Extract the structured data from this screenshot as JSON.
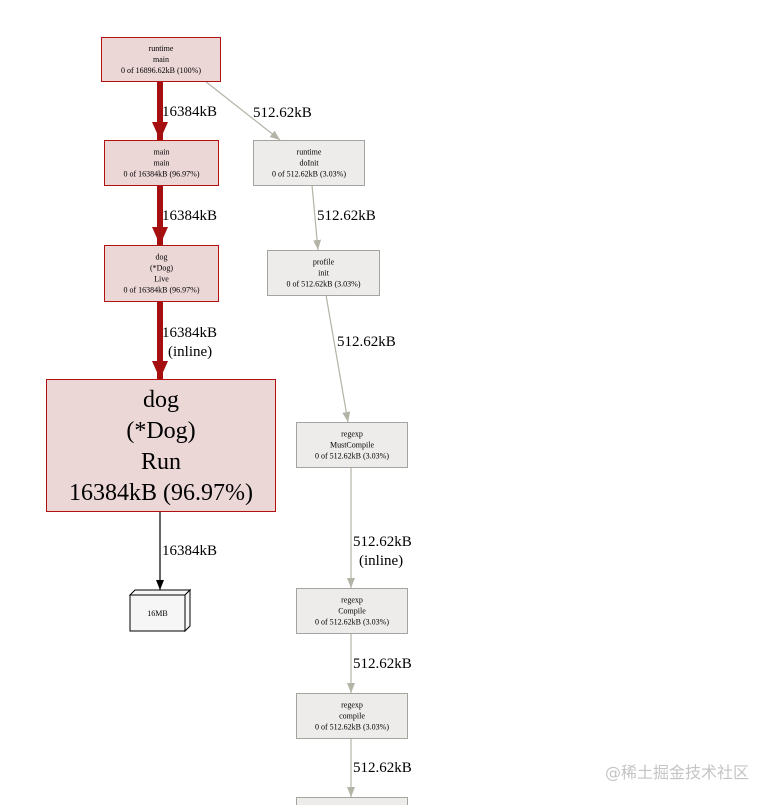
{
  "colors": {
    "hot_fill": "#ecd7d7",
    "hot_stroke": "#b21010",
    "hot_edge": "#a50f0f",
    "cold_fill": "#edecea",
    "cold_stroke": "#a4a4a0",
    "cold_edge": "#b3b3a6",
    "leaf_fill": "#f6f6f6",
    "leaf_edge": "#000000"
  },
  "nodes": {
    "runtime_main": [
      "runtime",
      "main",
      "0 of 16896.62kB (100%)"
    ],
    "main_main": [
      "main",
      "main",
      "0 of 16384kB (96.97%)"
    ],
    "dog_live": [
      "dog",
      "(*Dog)",
      "Live",
      "0 of 16384kB (96.97%)"
    ],
    "dog_run": [
      "dog",
      "(*Dog)",
      "Run",
      "16384kB (96.97%)"
    ],
    "mem_16mb": [
      "16MB"
    ],
    "runtime_doinit": [
      "runtime",
      "doInit",
      "0 of 512.62kB (3.03%)"
    ],
    "profile_init": [
      "profile",
      "init",
      "0 of 512.62kB (3.03%)"
    ],
    "regexp_mustcompile": [
      "regexp",
      "MustCompile",
      "0 of 512.62kB (3.03%)"
    ],
    "regexp_compile_upper": [
      "regexp",
      "Compile",
      "0 of 512.62kB (3.03%)"
    ],
    "regexp_compile_lower": [
      "regexp",
      "compile",
      "0 of 512.62kB (3.03%)"
    ]
  },
  "edges": {
    "main_to_main": [
      "16384kB"
    ],
    "main_to_live": [
      "16384kB"
    ],
    "live_to_run": [
      "16384kB",
      "(inline)"
    ],
    "run_to_16mb": [
      "16384kB"
    ],
    "main_to_doinit": [
      "512.62kB"
    ],
    "doinit_to_init": [
      "512.62kB"
    ],
    "init_to_mustcompile": [
      "512.62kB"
    ],
    "mustcompile_to_compile": [
      "512.62kB",
      "(inline)"
    ],
    "compile_to_compile": [
      "512.62kB"
    ],
    "compile_to_next": [
      "512.62kB"
    ]
  },
  "watermark": "@稀土掘金技术社区"
}
